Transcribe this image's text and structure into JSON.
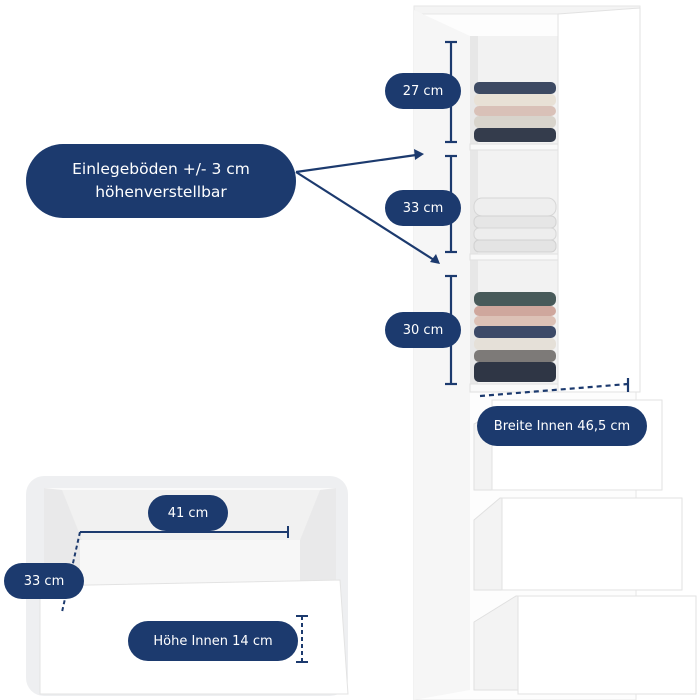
{
  "labels": {
    "shelves_line1": "Einlegeböden +/- 3 cm",
    "shelves_line2": "höhenverstellbar",
    "shelf_top": "27 cm",
    "shelf_mid": "33 cm",
    "shelf_bottom": "30 cm",
    "width_inner": "Breite Innen 46,5 cm",
    "drawer_width": "41 cm",
    "drawer_depth": "33 cm",
    "drawer_height": "Höhe Innen 14 cm"
  },
  "colors": {
    "accent": "#1c3a6e",
    "cabinet": "#ffffff",
    "panel_gray": "#eeeff1"
  }
}
